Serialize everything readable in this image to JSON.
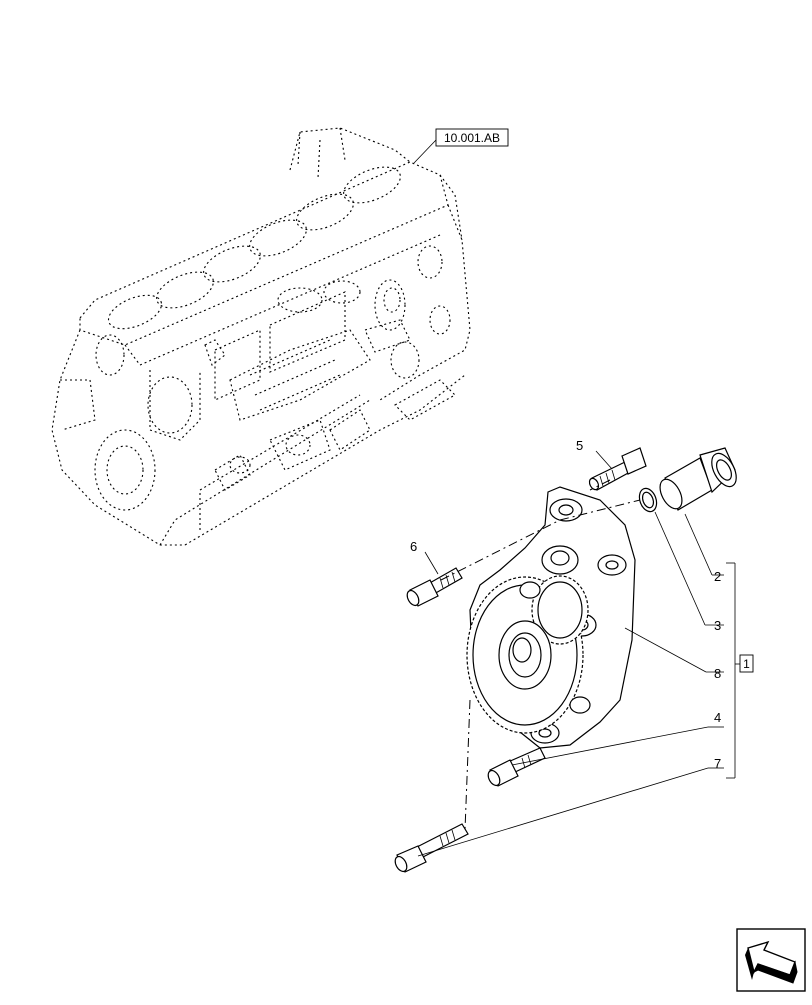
{
  "reference_label": "10.001.AB",
  "group_label": "1",
  "callouts": {
    "c2": "2",
    "c3": "3",
    "c4": "4",
    "c5": "5",
    "c6": "6",
    "c7": "7",
    "c8": "8"
  },
  "nav_icon": "arrow-navigation-icon"
}
